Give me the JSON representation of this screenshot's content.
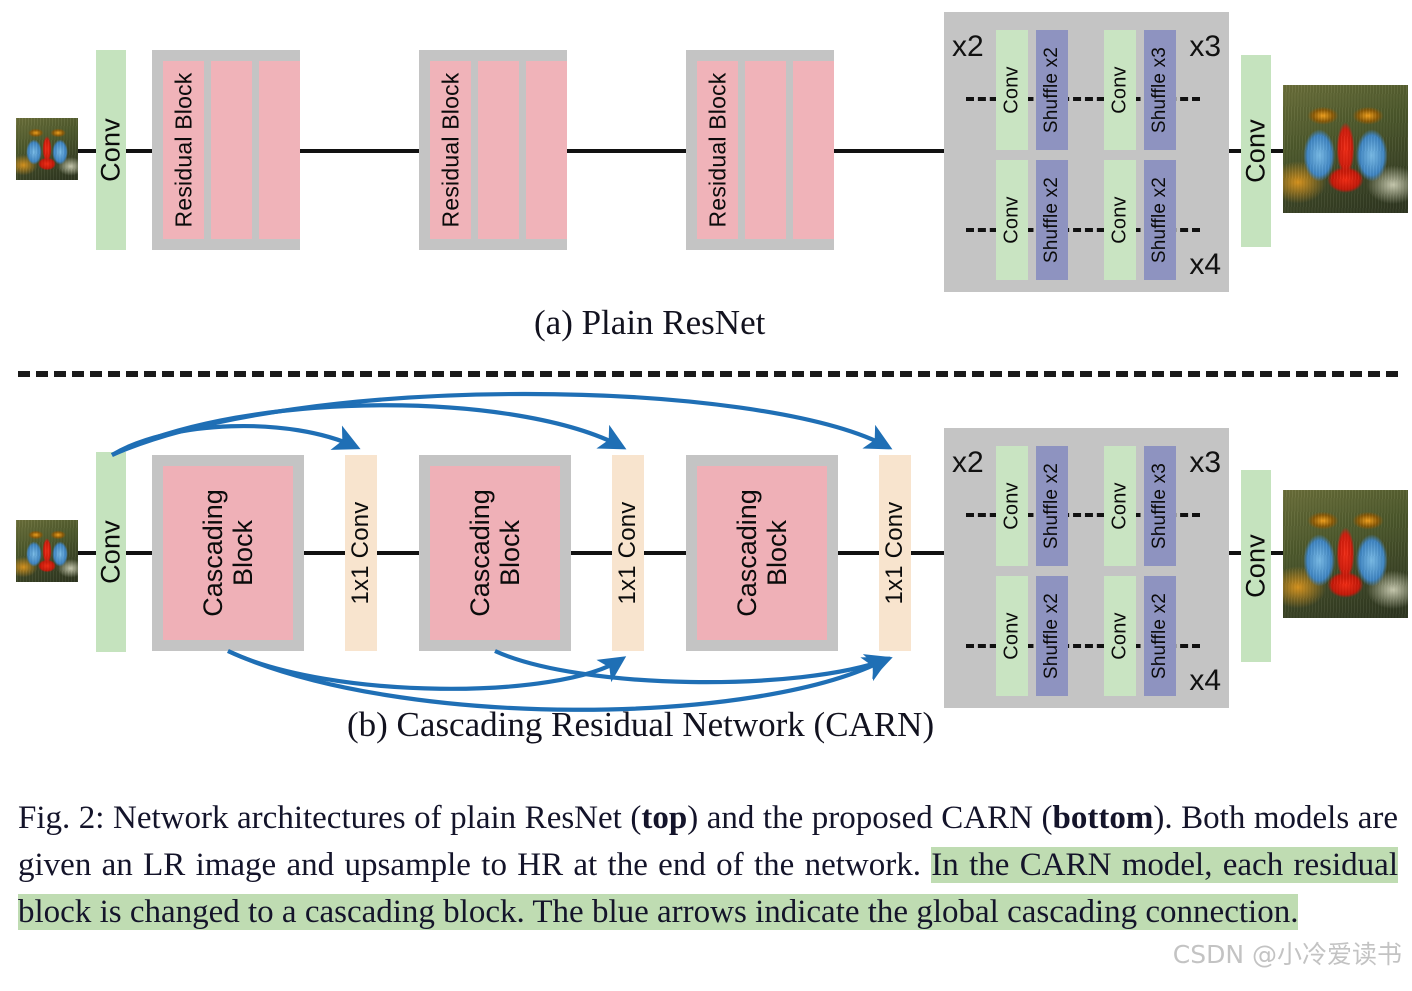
{
  "figure": {
    "subcaption_a": "(a) Plain ResNet",
    "subcaption_b": "(b) Cascading Residual Network (CARN)",
    "caption_prefix": "Fig. 2: Network architectures of plain ResNet (",
    "caption_bold_top": "top",
    "caption_mid1": ") and the proposed CARN (",
    "caption_bold_bottom": "bottom",
    "caption_mid2": "). Both models are given an LR image and upsample to HR at the end of the network. ",
    "caption_highlight": "In the CARN model, each residual block is changed to a cascading block. The blue arrows indicate the global cascading connection.",
    "watermark": "CSDN @小冷爱读书"
  },
  "colors": {
    "conv_green": "#c5e3be",
    "residual_pink": "#f0b3b9",
    "block_gray": "#c4c4c4",
    "shuffle_blue": "#8e93c0",
    "conv11_peach": "#f8e4ce",
    "arrow_blue": "#1f6fb5",
    "line_black": "#111111",
    "highlight_green": "#bfdcb2"
  },
  "resnet": {
    "input_image_alt": "low-resolution baboon image",
    "output_image_alt": "high-resolution baboon image",
    "head_conv": "Conv",
    "tail_conv": "Conv",
    "blocks": [
      {
        "label": "Residual Block"
      },
      {
        "label": "Residual Block"
      },
      {
        "label": "Residual Block"
      }
    ]
  },
  "carn": {
    "input_image_alt": "low-resolution baboon image",
    "output_image_alt": "high-resolution baboon image",
    "head_conv": "Conv",
    "tail_conv": "Conv",
    "blocks": [
      {
        "label_line1": "Cascading",
        "label_line2": "Block"
      },
      {
        "label_line1": "Cascading",
        "label_line2": "Block"
      },
      {
        "label_line1": "Cascading",
        "label_line2": "Block"
      }
    ],
    "conv1x1": [
      {
        "label": "1x1 Conv"
      },
      {
        "label": "1x1 Conv"
      },
      {
        "label": "1x1 Conv"
      }
    ]
  },
  "upsample_block": {
    "scale_top_left": "x2",
    "scale_top_right": "x3",
    "scale_bottom_right": "x4",
    "top_row": [
      {
        "conv": "Conv",
        "shuffle": "Shuffle x2"
      },
      {
        "conv": "Conv",
        "shuffle": "Shuffle x3"
      }
    ],
    "bottom_row": [
      {
        "conv": "Conv",
        "shuffle": "Shuffle x2"
      },
      {
        "conv": "Conv",
        "shuffle": "Shuffle x2"
      }
    ]
  }
}
